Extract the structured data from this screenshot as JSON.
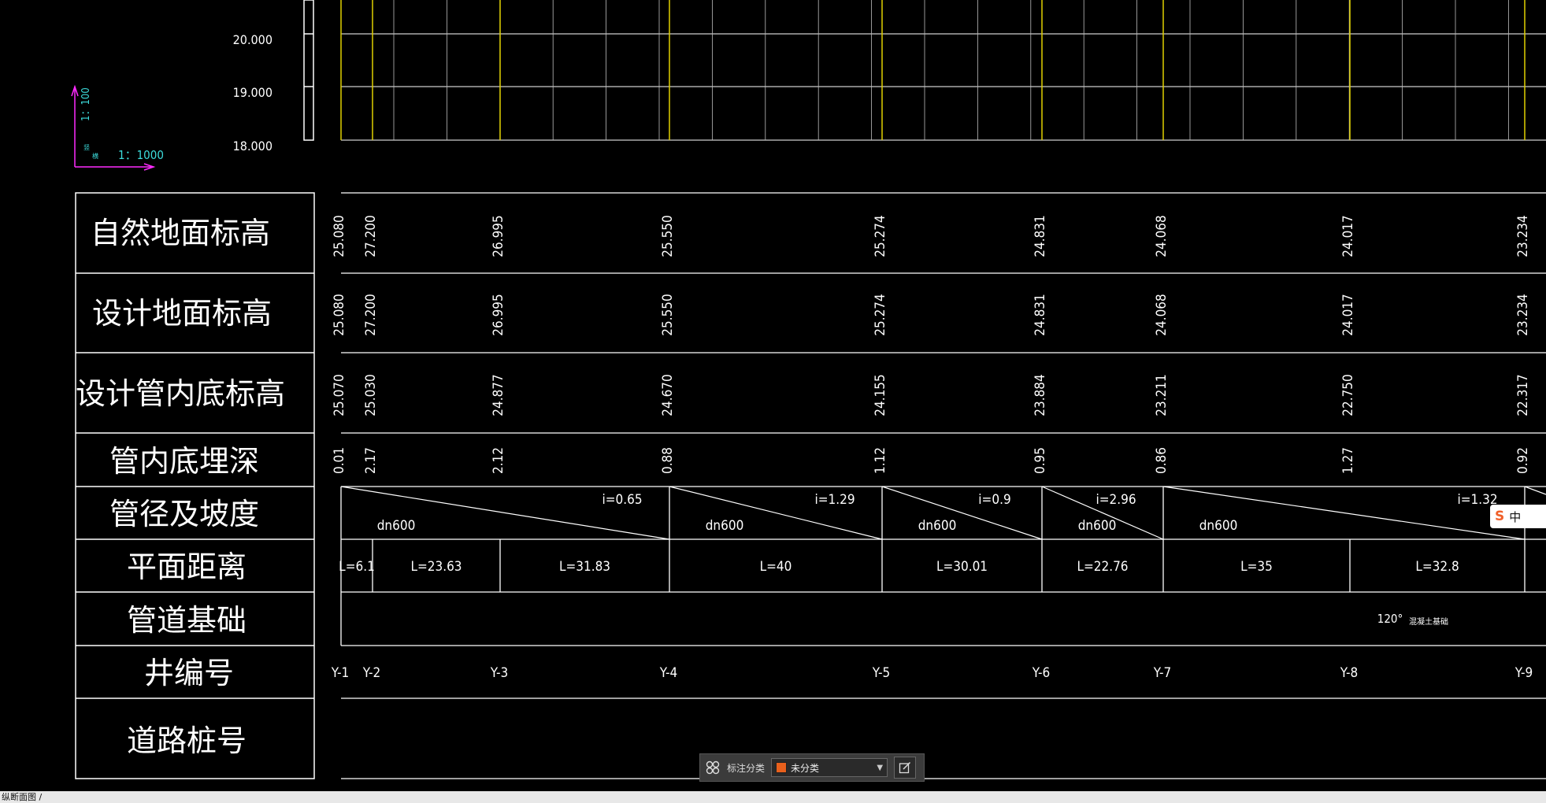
{
  "scale": {
    "vertical": "1：100",
    "horizontal": "1：1000",
    "vertical_axis_label": "竖",
    "horizontal_axis_label": "横"
  },
  "elevations": [
    "20.000",
    "19.000",
    "18.000"
  ],
  "row_headers": [
    "自然地面标高",
    "设计地面标高",
    "设计管内底标高",
    "管内底埋深",
    "管径及坡度",
    "平面距离",
    "管道基础",
    "井编号",
    "道路桩号"
  ],
  "wells": [
    {
      "id": "Y-1",
      "ground": "25.080",
      "design": "25.080",
      "invert": "25.070",
      "depth": "0.01"
    },
    {
      "id": "Y-2",
      "ground": "27.200",
      "design": "27.200",
      "invert": "25.030",
      "depth": "2.17"
    },
    {
      "id": "Y-3",
      "ground": "26.995",
      "design": "26.995",
      "invert": "24.877",
      "depth": "2.12"
    },
    {
      "id": "Y-4",
      "ground": "25.550",
      "design": "25.550",
      "invert": "24.670",
      "depth": "0.88"
    },
    {
      "id": "Y-5",
      "ground": "25.274",
      "design": "25.274",
      "invert": "24.155",
      "depth": "1.12"
    },
    {
      "id": "Y-6",
      "ground": "24.831",
      "design": "24.831",
      "invert": "23.884",
      "depth": "0.95"
    },
    {
      "id": "Y-7",
      "ground": "24.068",
      "design": "24.068",
      "invert": "23.211",
      "depth": "0.86"
    },
    {
      "id": "Y-8",
      "ground": "24.017",
      "design": "24.017",
      "invert": "22.750",
      "depth": "1.27"
    },
    {
      "id": "Y-9",
      "ground": "23.234",
      "design": "23.234",
      "invert": "22.317",
      "depth": "0.92"
    }
  ],
  "pipe_segments": [
    {
      "dia": "dn600",
      "slope": "i=0.65"
    },
    {
      "dia": "dn600",
      "slope": "i=1.29"
    },
    {
      "dia": "dn600",
      "slope": "i=0.9"
    },
    {
      "dia": "dn600",
      "slope": "i=2.96"
    },
    {
      "dia": "dn600",
      "slope": "i=1.32"
    }
  ],
  "distances": [
    "L=6.1",
    "L=23.63",
    "L=31.83",
    "L=40",
    "L=30.01",
    "L=22.76",
    "L=35",
    "L=32.8"
  ],
  "foundation": {
    "angle": "120°",
    "label": "混凝土基础"
  },
  "toolbar": {
    "label": "标注分类",
    "selected": "未分类"
  },
  "ime": {
    "logo": "S",
    "mode": "中"
  },
  "status": {
    "tab": "纵断面图"
  }
}
